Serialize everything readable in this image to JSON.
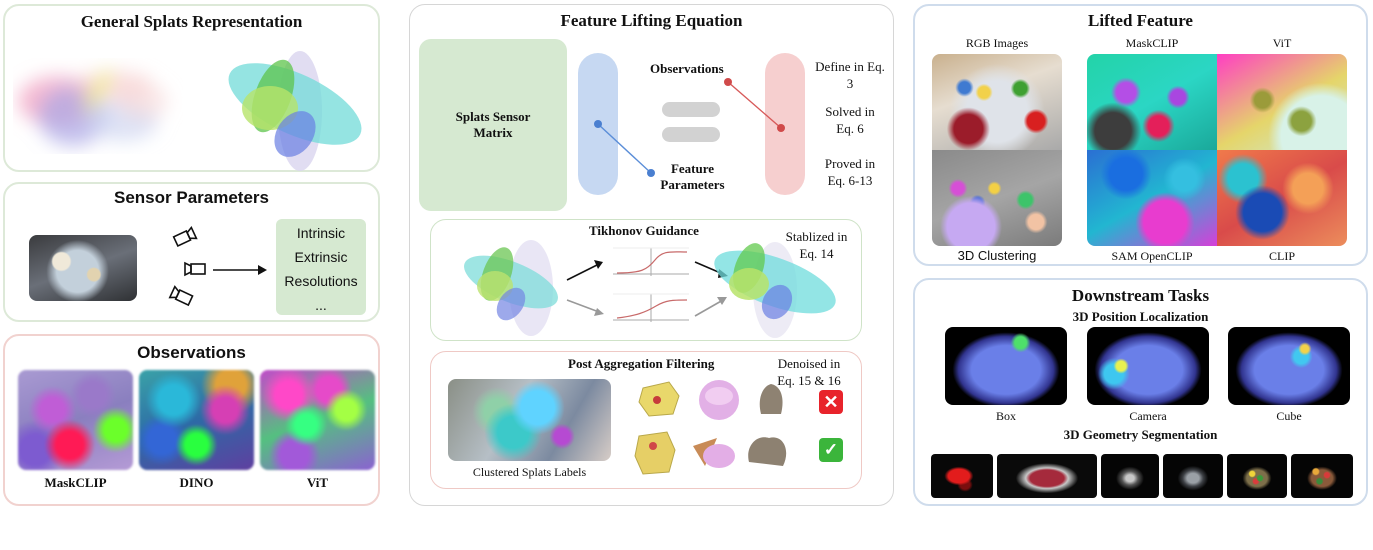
{
  "splats": {
    "title": "General Splats Representation"
  },
  "sensor": {
    "title": "Sensor Parameters",
    "params": [
      "Intrinsic",
      "Extrinsic",
      "Resolutions",
      "..."
    ]
  },
  "observations": {
    "title": "Observations",
    "labels": [
      "MaskCLIP",
      "DINO",
      "ViT"
    ]
  },
  "lifting": {
    "title": "Feature Lifting Equation",
    "matrix_label": "Splats Sensor Matrix",
    "observations_label": "Observations",
    "feature_params_label": "Feature Parameters",
    "notes": [
      "Define in Eq. 3",
      "Solved in Eq. 6",
      "Proved in Eq. 6-13"
    ]
  },
  "tikhonov": {
    "title": "Tikhonov Guidance",
    "note": "Stablized in Eq. 14"
  },
  "filtering": {
    "title": "Post Aggregation Filtering",
    "note": "Denoised in Eq. 15 & 16",
    "image_label": "Clustered Splats Labels",
    "reject_symbol": "✕",
    "accept_symbol": "✓"
  },
  "lifted": {
    "title": "Lifted Feature",
    "labels": {
      "rgb": "RGB Images",
      "maskclip": "MaskCLIP",
      "vit": "ViT",
      "clustering": "3D Clustering",
      "sam": "SAM OpenCLIP",
      "clip": "CLIP"
    }
  },
  "downstream": {
    "title": "Downstream Tasks",
    "localization_title": "3D Position Localization",
    "localization_labels": [
      "Box",
      "Camera",
      "Cube"
    ],
    "segmentation_title": "3D Geometry Segmentation"
  },
  "colors": {
    "green_border": "#cfe3c8",
    "pink_border": "#efc9c5",
    "gray_border": "#d6d6d6",
    "blue_border": "#b9cfe6",
    "matrix_fill": "#d6e9d1",
    "blue_pill": "#c6d8f2",
    "red_pill": "#f6cfcf",
    "reject": "#e8232b",
    "accept": "#3bb53b"
  }
}
